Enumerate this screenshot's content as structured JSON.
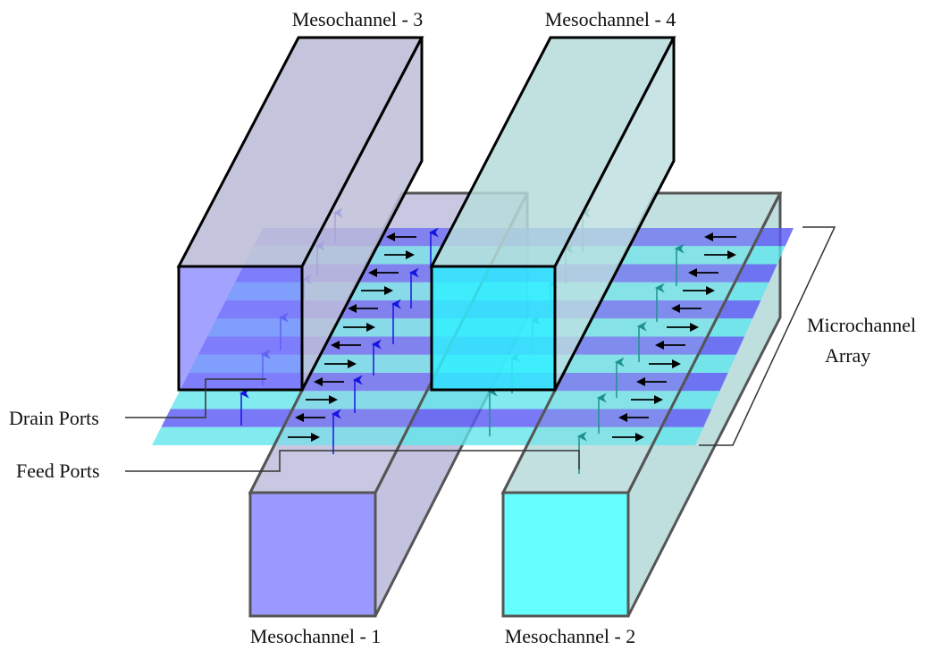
{
  "labels": {
    "meso1": "Mesochannel - 1",
    "meso2": "Mesochannel - 2",
    "meso3": "Mesochannel - 3",
    "meso4": "Mesochannel - 4",
    "drain_ports": "Drain Ports",
    "feed_ports": "Feed Ports",
    "microchannel_line1": "Microchannel",
    "microchannel_line2": "Array"
  },
  "colors": {
    "meso1_front": "#9999ff",
    "meso1_side": "#c3c3e0",
    "meso2_front": "#66ffff",
    "meso2_side": "#bfdfdf",
    "meso3_front": "#8080ff",
    "meso4_front": "#33eeff",
    "stripe_blue": "#5c5cf5",
    "stripe_cyan": "#5ee6ec",
    "arrow_blue": "#1515e0",
    "arrow_teal": "#1f9090",
    "arrow_flow": "#000000"
  },
  "microchannel_count": 12
}
